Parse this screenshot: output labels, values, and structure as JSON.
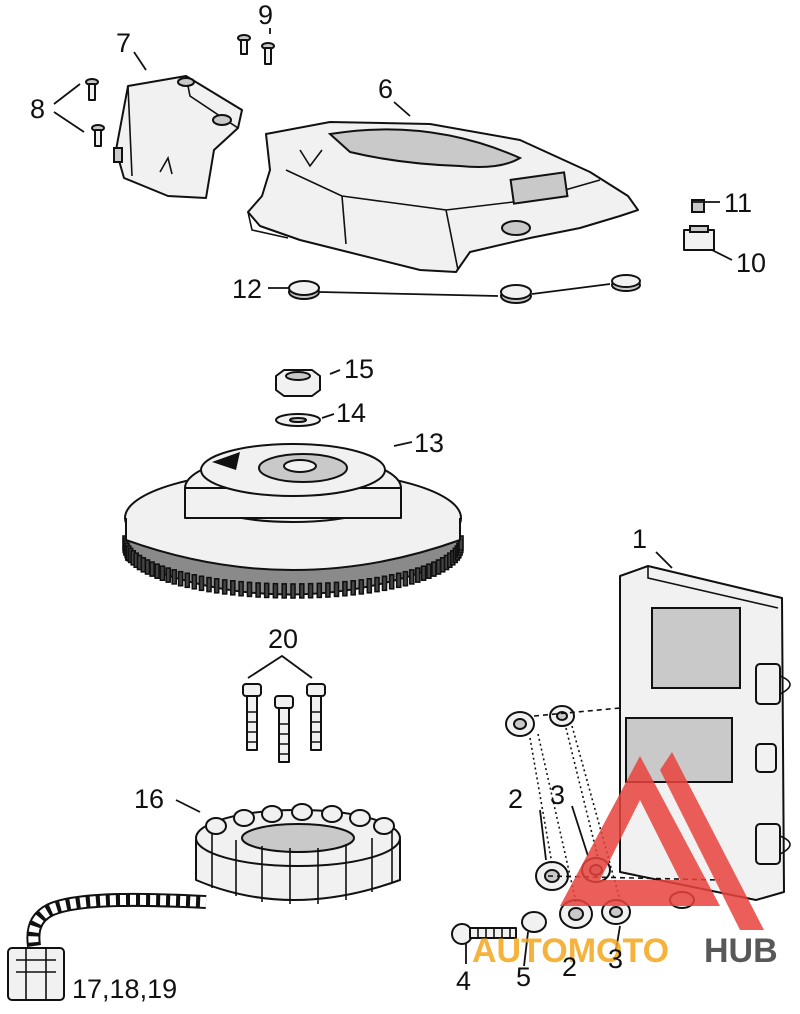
{
  "callouts": {
    "c1": "1",
    "c2a": "2",
    "c2b": "2",
    "c3a": "3",
    "c3b": "3",
    "c4": "4",
    "c5": "5",
    "c6": "6",
    "c7": "7",
    "c8": "8",
    "c9": "9",
    "c10": "10",
    "c11": "11",
    "c12": "12",
    "c13": "13",
    "c14": "14",
    "c15": "15",
    "c16": "16",
    "c17_19": "17,18,19",
    "c20": "20"
  },
  "watermark": {
    "part1": "AUTOMOTO",
    "part2": "HUB",
    "color_primary": "#e8433d",
    "color_secondary": "#f4a61c",
    "color_dark": "#3c3c3c"
  }
}
